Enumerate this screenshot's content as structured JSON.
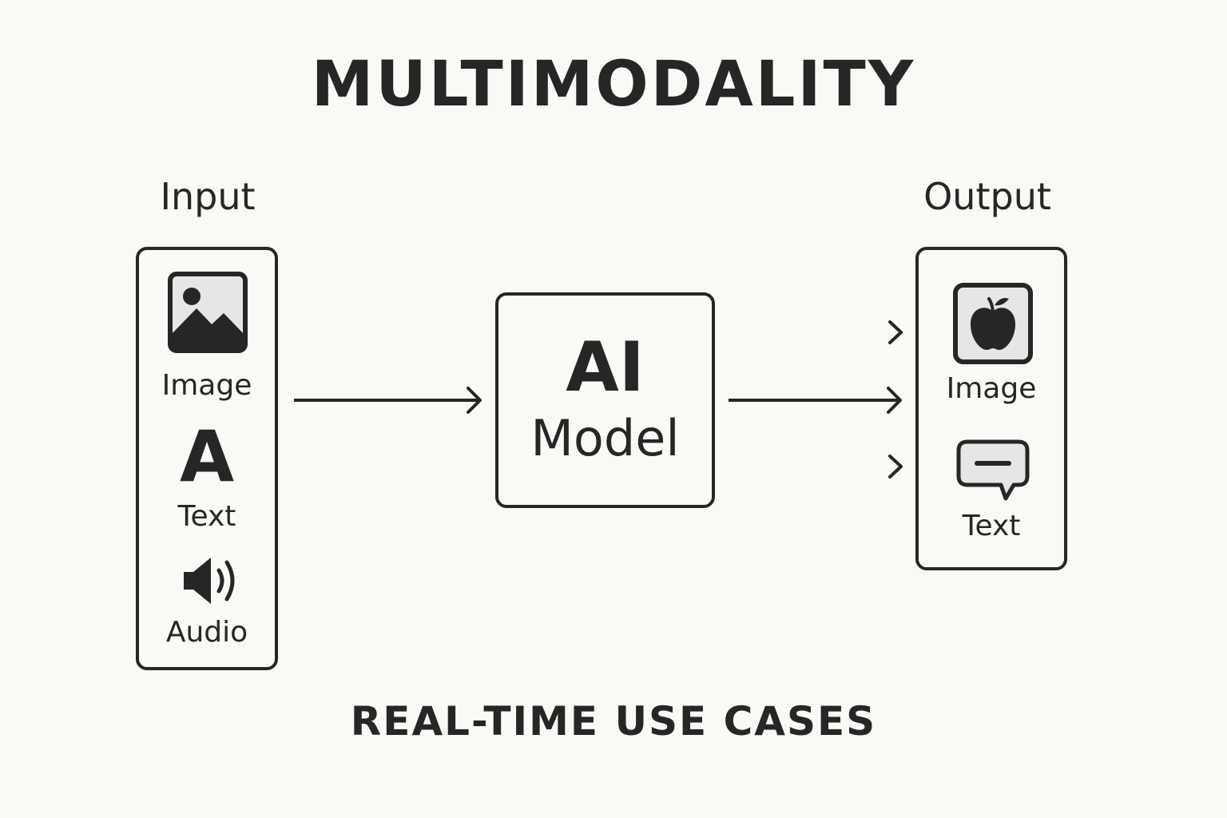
{
  "title": "MULTIMODALITY",
  "input": {
    "heading": "Input",
    "items": [
      {
        "label": "Image",
        "icon": "image-icon"
      },
      {
        "label": "Text",
        "icon": "letter-a-icon",
        "glyph": "A"
      },
      {
        "label": "Audio",
        "icon": "speaker-icon"
      }
    ]
  },
  "model": {
    "line1": "AI",
    "line2": "Model"
  },
  "output": {
    "heading": "Output",
    "items": [
      {
        "label": "Image",
        "icon": "apple-image-icon"
      },
      {
        "label": "Text",
        "icon": "speech-bubble-icon"
      }
    ]
  },
  "footer": "REAL-TIME USE CASES",
  "colors": {
    "background": "#fbf9f6",
    "ink": "#262626",
    "icon_fill": "#e6e6e6"
  }
}
